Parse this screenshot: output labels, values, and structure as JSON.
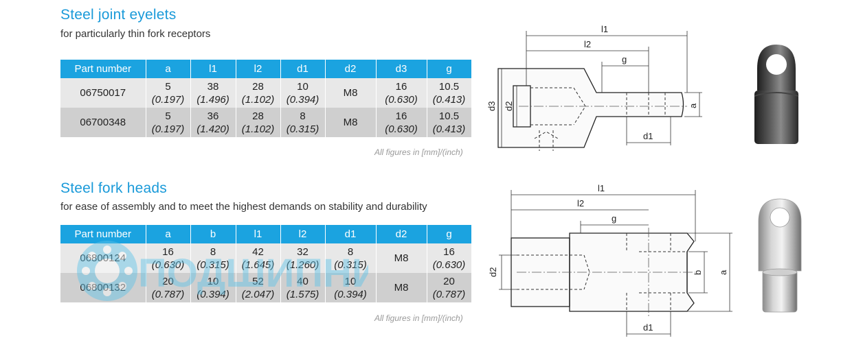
{
  "section1": {
    "title": "Steel joint eyelets",
    "subtitle": "for particularly thin fork receptors",
    "headers": [
      "Part number",
      "a",
      "l1",
      "l2",
      "d1",
      "d2",
      "d3",
      "g"
    ],
    "rows": [
      {
        "part": "06750017",
        "cells": [
          [
            "5",
            "(0.197)"
          ],
          [
            "38",
            "(1.496)"
          ],
          [
            "28",
            "(1.102)"
          ],
          [
            "10",
            "(0.394)"
          ],
          [
            "M8",
            ""
          ],
          [
            "16",
            "(0.630)"
          ],
          [
            "10.5",
            "(0.413)"
          ]
        ]
      },
      {
        "part": "06700348",
        "cells": [
          [
            "5",
            "(0.197)"
          ],
          [
            "36",
            "(1.420)"
          ],
          [
            "28",
            "(1.102)"
          ],
          [
            "8",
            "(0.315)"
          ],
          [
            "M8",
            ""
          ],
          [
            "16",
            "(0.630)"
          ],
          [
            "10.5",
            "(0.413)"
          ]
        ]
      }
    ],
    "note": "All figures in [mm]/(inch)",
    "drawing_labels": {
      "l1": "l1",
      "l2": "l2",
      "g": "g",
      "d3": "d3",
      "d2": "d2",
      "a": "a",
      "d1": "d1"
    }
  },
  "section2": {
    "title": "Steel fork heads",
    "subtitle": "for ease of assembly and to meet the highest demands on stability and durability",
    "headers": [
      "Part number",
      "a",
      "b",
      "l1",
      "l2",
      "d1",
      "d2",
      "g"
    ],
    "rows": [
      {
        "part": "06800124",
        "cells": [
          [
            "16",
            "(0.630)"
          ],
          [
            "8",
            "(0.315)"
          ],
          [
            "42",
            "(1.645)"
          ],
          [
            "32",
            "(1.260)"
          ],
          [
            "8",
            "(0.315)"
          ],
          [
            "M8",
            ""
          ],
          [
            "16",
            "(0.630)"
          ]
        ]
      },
      {
        "part": "06800132",
        "cells": [
          [
            "20",
            "(0.787)"
          ],
          [
            "10",
            "(0.394)"
          ],
          [
            "52",
            "(2.047)"
          ],
          [
            "40",
            "(1.575)"
          ],
          [
            "10",
            "(0.394)"
          ],
          [
            "M8",
            ""
          ],
          [
            "20",
            "(0.787)"
          ]
        ]
      }
    ],
    "note": "All figures in [mm]/(inch)",
    "drawing_labels": {
      "l1": "l1",
      "l2": "l2",
      "g": "g",
      "d2": "d2",
      "b": "b",
      "a": "a",
      "d1": "d1"
    }
  },
  "watermark_text": "ПОДШИПНИКЪ",
  "colors": {
    "accent": "#1ba3e0",
    "title": "#1a9ad9",
    "row_light": "#e8e8e8",
    "row_dark": "#cfcfcf",
    "watermark": "#5ec3e8"
  }
}
